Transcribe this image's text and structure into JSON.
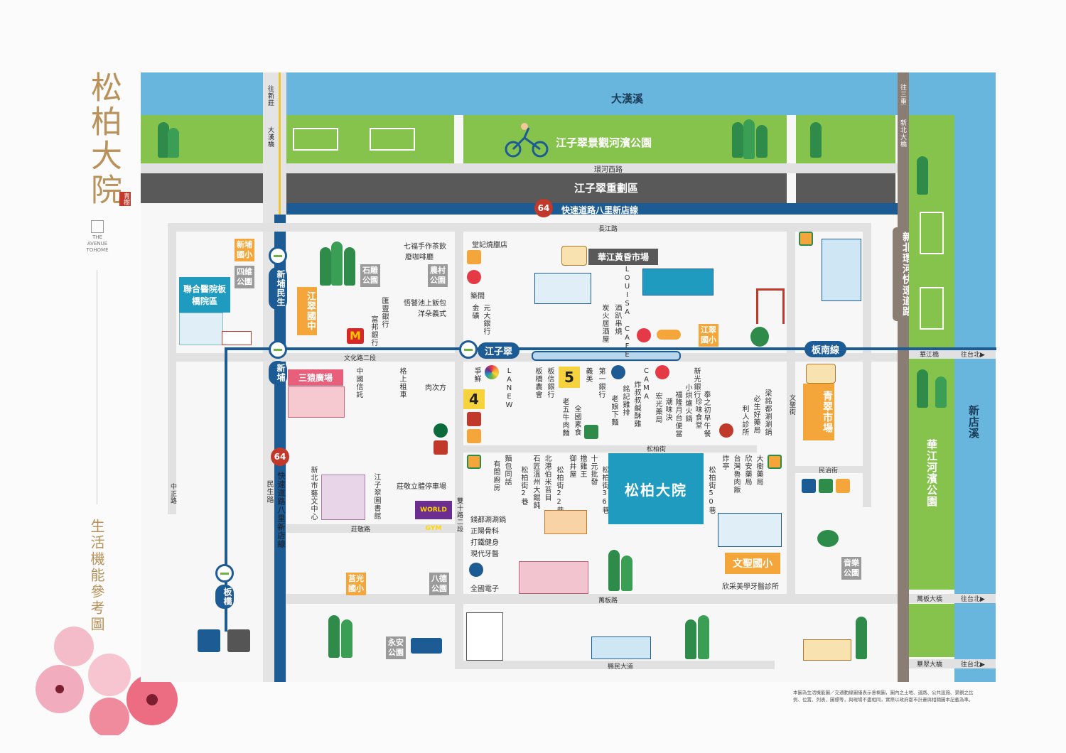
{
  "brand": {
    "title": "松柏大院",
    "seal": "青樹",
    "en_line1": "THE",
    "en_line2": "AVENUE",
    "en_line3": "TOHOME",
    "subtitle": "生活機能參考圖"
  },
  "water": {
    "north_river": "大漢溪",
    "east_river": "新店溪"
  },
  "parks": {
    "riverside_north": "江子翠景觀河濱公園",
    "riverside_east": "華江河濱公園"
  },
  "districts": {
    "redevelopment": "江子翠重劃區"
  },
  "highways": {
    "h64_badge": "64",
    "h64_name": "快速道路八里新店線",
    "h64_vertical": "快速道路八里新店線",
    "ring_road": "新北環河快速道路"
  },
  "roads": {
    "huanhe_west": "環河西路",
    "changjiang": "長江路",
    "wenhua2": "文化路二段",
    "songbai_st": "松柏街",
    "minzhi_st": "民治街",
    "wensheng_st": "文聖街",
    "zhuangjing": "莊敬路",
    "wanban": "萬板路",
    "xianmin": "縣民大道",
    "zhongzheng": "中正路",
    "minsheng": "民生路",
    "shuangshi2": "雙十路二段",
    "louisa": "LOUISA CAFE",
    "laneiv": "LANEW",
    "to_xinzhuang": "往新莊",
    "to_sanchong": "往三重",
    "to_taipei1": "往台北▶",
    "to_taipei2": "往台北▶",
    "to_taipei3": "往台北▶",
    "bridge_dahan": "大漢橋",
    "bridge_xinbei": "新北大橋",
    "bridge_huajiang": "華江橋",
    "bridge_wanban": "萬板大橋",
    "bridge_huacui": "華翠大橋",
    "lane_songbai50": "松柏街50巷",
    "lane_songbai36": "松柏街36巷",
    "lane_songbai22": "松柏街22巷",
    "lane_songbai2": "松柏街2巷"
  },
  "mrt": {
    "xinpu_minsheng": "新埔民生",
    "xinpu": "新埔",
    "banqiao": "板橋",
    "jiangzicui": "江子翠",
    "bannan_line": "板南線"
  },
  "places": {
    "xinpu_primary": "新埔國小",
    "siwei_park": "四維公園",
    "hospital": "聯合醫院板橋院區",
    "jiangcui_junior": "江翠國中",
    "shidiao_park": "石雕公園",
    "nongcun_park": "農村公園",
    "sanduo": "三猿廣場",
    "huajiang_market": "華江黃昏市場",
    "jiangcui_primary": "江翠國小",
    "qingcui_market": "青翠市場",
    "arts_center": "新北市藝文中心",
    "library": "江子翠圖書館",
    "sports": "莊敬立體停車場",
    "juguang_primary": "莒光國小",
    "bade_park": "八德公園",
    "yongan_park": "永安公園",
    "wensheng_primary": "文聖國小",
    "music_park": "音樂公園",
    "songbai_project": "松柏大院",
    "metro5": "5",
    "metro4": "4",
    "badge_64_left": "64"
  },
  "shops": {
    "s01": "七福手作茶飲",
    "s02": "廢咖啡廳",
    "s03": "悟饕池上飯包",
    "s04": "洋朵義式",
    "s05": "堂記燒臘店",
    "s06": "築間",
    "s07": "金礦",
    "s08": "元大銀行",
    "s09": "匯豐銀行",
    "s10": "富邦銀行",
    "s11": "中國信託",
    "s12": "格上租車",
    "s13": "肉次方",
    "s14": "爭鮮",
    "s15": "板信銀行",
    "s16": "板橋農會",
    "s17": "第一銀行",
    "s18": "義美",
    "s19": "老五牛肉麵",
    "s20": "全國素食",
    "s21": "炸叔叔鹹酥雞",
    "s22": "銘記雞排",
    "s23": "老娘下麵",
    "s24": "酒趴串燒",
    "s25": "炭火居酒屋",
    "s26": "新光銀行",
    "s27": "泰之初早午餐",
    "s28": "小烘爐火鍋",
    "s29": "福隆月台便當",
    "s30": "宏光藥局",
    "s31": "潮味決",
    "s32": "梁銘都涮涮鍋",
    "s33": "必生好藥局",
    "s34": "利人診所",
    "s35": "珍味食堂",
    "s36": "麵包同話",
    "s37": "有間廚房",
    "s38": "北港伯米苔目",
    "s39": "石匠溫州大餛飩",
    "s40": "十元批發",
    "s41": "擔雞王",
    "s42": "御井屋",
    "s43": "大樹藥局",
    "s44": "欣安藥局",
    "s45": "台灣魯肉飯",
    "s46": "炸亭",
    "s47": "錢都涮涮鍋",
    "s48": "正陽骨科",
    "s49": "打鐵健身",
    "s50": "現代牙醫",
    "s51": "全國電子",
    "s52": "欣采美學牙醫診所"
  },
  "footnote": {
    "line1": "本圖為生活機能圖／交通動線圖僅表示意概圖，圖內之土地、道路、公共設施、景觀之比",
    "line2": "例、位置、列表、圖標等，與現場不盡相同，實際以政府都市計畫與相關圖本記載為準。"
  },
  "colors": {
    "water": "#68b6dd",
    "grass": "#86c34d",
    "highway": "#1d5b95",
    "accent_orange": "#f4a63a",
    "accent_teal": "#1e9bbf"
  }
}
